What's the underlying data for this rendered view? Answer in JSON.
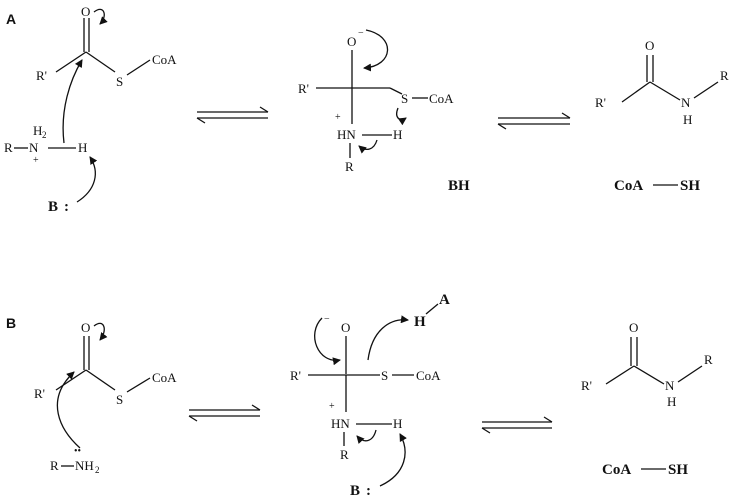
{
  "panels": {
    "a": {
      "label": "A",
      "reactant": {
        "o": "O",
        "s": "S",
        "coa": "CoA",
        "r_prime": "R'",
        "r": "R",
        "n": "N",
        "h2": "H",
        "h2_sub": "2",
        "plus": "+",
        "h": "H",
        "base": "B",
        "base_pair": ":"
      },
      "intermediate": {
        "o": "O",
        "minus": "−",
        "r_prime": "R'",
        "s": "S",
        "coa": "CoA",
        "plus": "+",
        "hn": "HN",
        "h": "H",
        "r": "R"
      },
      "intermediate_byproduct": "BH",
      "product": {
        "o": "O",
        "r_prime": "R'",
        "n": "N",
        "h": "H",
        "r": "R"
      },
      "product_byproduct": {
        "left": "CoA",
        "right": "SH"
      }
    },
    "b": {
      "label": "B",
      "reactant": {
        "o": "O",
        "s": "S",
        "coa": "CoA",
        "r_prime": "R'",
        "r": "R",
        "nh": "NH",
        "nh_sub": "2",
        "lone_pair": "••"
      },
      "intermediate": {
        "o": "O",
        "minus": "−",
        "r_prime": "R'",
        "s": "S",
        "coa": "CoA",
        "plus": "+",
        "hn": "HN",
        "h": "H",
        "r": "R",
        "acid_h": "H",
        "acid_a": "A",
        "base": "B",
        "base_pair": ":"
      },
      "product": {
        "o": "O",
        "r_prime": "R'",
        "n": "N",
        "h": "H",
        "r": "R"
      },
      "product_byproduct": {
        "left": "CoA",
        "right": "SH"
      }
    }
  }
}
